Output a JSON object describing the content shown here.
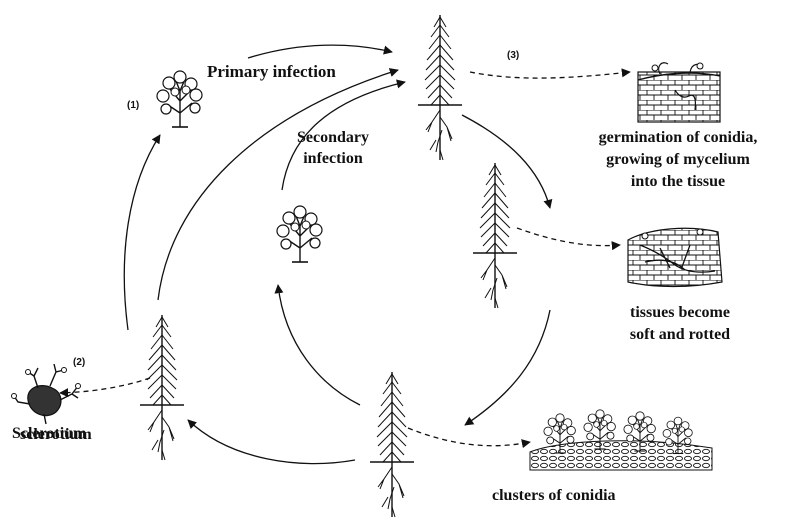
{
  "labels": {
    "primary_infection": "Primary infection",
    "secondary_infection_1": "Secondary",
    "secondary_infection_2": "infection",
    "germination_1": "germination of conidia,",
    "germination_2": "growing of mycelium",
    "germination_3": "into the tissue",
    "tissues_1": "tissues become",
    "tissues_2": "soft and rotted",
    "clusters": "clusters of conidia",
    "sclerotium_1": "Sclerotium",
    "sclerotium_2": "sclerotium"
  },
  "markers": {
    "m1": "(1)",
    "m2": "(2)",
    "m3": "(3)"
  },
  "icons": [
    "conidiophore-cluster-icon",
    "seedling-icon",
    "tissue-section-icon",
    "sclerotium-icon"
  ],
  "colors": {
    "ink": "#111111",
    "background": "#ffffff"
  }
}
